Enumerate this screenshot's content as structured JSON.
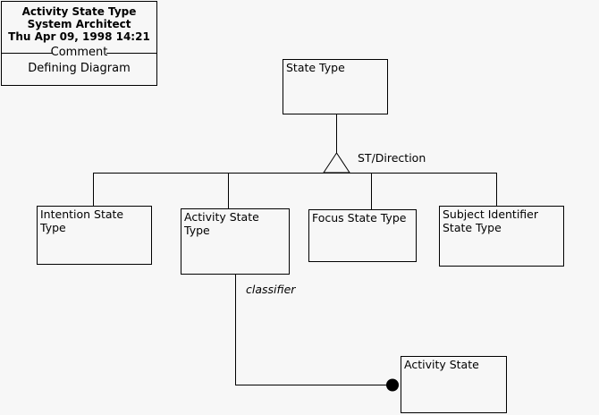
{
  "diagram": {
    "background_color": "#f7f7f7",
    "line_color": "#000000",
    "title_block": {
      "name": "Activity State Type",
      "author": "System Architect",
      "timestamp": "Thu Apr 09, 1998  14:21",
      "section_label": "Comment",
      "comment": "Defining Diagram"
    },
    "nodes": [
      {
        "id": "state-type",
        "label": "State Type"
      },
      {
        "id": "intention-state-type",
        "label": "Intention State Type"
      },
      {
        "id": "activity-state-type",
        "label": "Activity State\nType"
      },
      {
        "id": "focus-state-type",
        "label": "Focus State Type"
      },
      {
        "id": "subject-identifier-state-type",
        "label": "Subject Identifier\nState Type"
      },
      {
        "id": "activity-state",
        "label": "Activity State"
      }
    ],
    "edge_labels": [
      {
        "id": "generalization-discriminator",
        "text": "ST/Direction",
        "style": "normal"
      },
      {
        "id": "association-role-classifier",
        "text": "classifier",
        "style": "italic"
      }
    ]
  }
}
